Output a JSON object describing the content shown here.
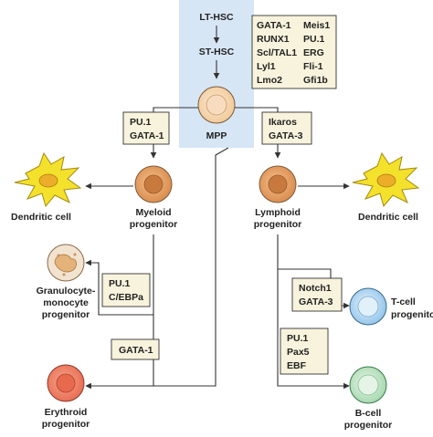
{
  "stem": {
    "lt_hsc": "LT-HSC",
    "st_hsc": "ST-HSC",
    "mpp": "MPP"
  },
  "hsc_factors": {
    "left": [
      "GATA-1",
      "RUNX1",
      "Scl/TAL1",
      "Lyl1",
      "Lmo2"
    ],
    "right": [
      "Meis1",
      "PU.1",
      "ERG",
      "Fli-1",
      "Gfi1b"
    ]
  },
  "factor_boxes": {
    "myeloid": [
      "PU.1",
      "GATA-1"
    ],
    "lymphoid": [
      "Ikaros",
      "GATA-3"
    ],
    "granulocyte": [
      "PU.1",
      "C/EBPa"
    ],
    "erythroid": [
      "GATA-1"
    ],
    "tcell": [
      "Notch1",
      "GATA-3"
    ],
    "bcell": [
      "PU.1",
      "Pax5",
      "EBF"
    ]
  },
  "cells": {
    "dendritic_left": [
      "Dendritic cell"
    ],
    "myeloid_progenitor": [
      "Myeloid",
      "progenitor"
    ],
    "lymphoid_progenitor": [
      "Lymphoid",
      "progenitor"
    ],
    "dendritic_right": [
      "Dendritic cell"
    ],
    "granulocyte_monocyte": [
      "Granulocyte-",
      "monocyte",
      "progenitor"
    ],
    "erythroid_progenitor": [
      "Erythroid",
      "progenitor"
    ],
    "tcell_progenitor": [
      "T-cell",
      "progenitor"
    ],
    "bcell_progenitor": [
      "B-cell",
      "progenitor"
    ]
  },
  "colors": {
    "stem_band": "#d7e6f5",
    "factor_box": "#f8f3dc",
    "mpp_fill": "#f4d5b0",
    "myeloid_fill": "#e8a86a",
    "lymphoid_fill": "#e8a86a",
    "dendritic_fill": "#f3e33a",
    "granulocyte_fill": "#f2e3d0",
    "erythroid_fill": "#f08a6c",
    "tcell_fill": "#b8d8f2",
    "bcell_fill": "#bfe2c4"
  }
}
